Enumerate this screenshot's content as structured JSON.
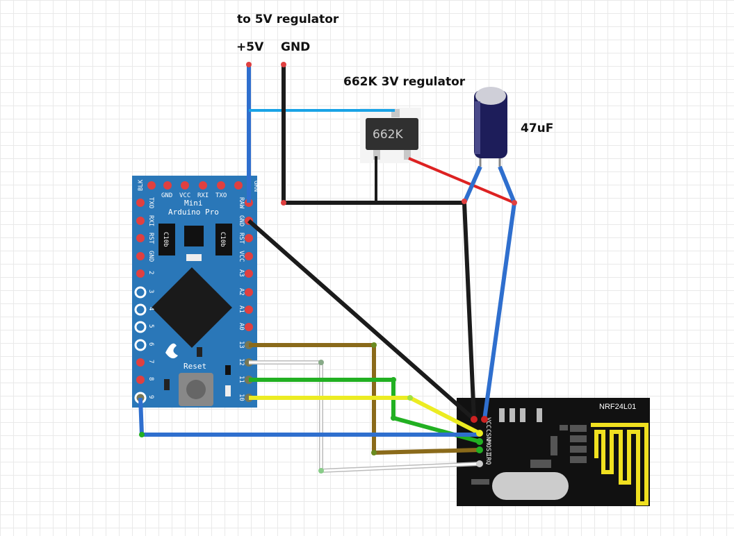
{
  "labels": {
    "to_regulator": "to 5V regulator",
    "plus5v": "+5V",
    "gnd": "GND",
    "regulator_title": "662K 3V regulator",
    "capacitor_value": "47uF"
  },
  "regulator": {
    "marking": "662K"
  },
  "arduino": {
    "name_line1": "Mini",
    "name_line2": "Arduino Pro",
    "reset_label": "Reset",
    "chip_label": "C10b",
    "top_pins": [
      "BLK",
      "GND",
      "VCC",
      "RXI",
      "TXO",
      "GRN"
    ],
    "left_pins": [
      "TXO",
      "RXI",
      "RST",
      "GND",
      "2",
      "3",
      "4",
      "5",
      "6",
      "7",
      "8",
      "9"
    ],
    "right_pins": [
      "RAW",
      "GND",
      "RST",
      "VCC",
      "A3",
      "A2",
      "A1",
      "A0",
      "13",
      "12",
      "11",
      "10"
    ]
  },
  "nrf": {
    "title": "NRF24L01",
    "pins": [
      "VCC",
      "CSN",
      "MOSI",
      "IRQ"
    ]
  },
  "colors": {
    "board_blue": "#2a77b8",
    "wire_blue": "#2f6fce",
    "wire_light_blue": "#1aa3e6",
    "wire_black": "#1b1b1b",
    "wire_red": "#dd2222",
    "wire_brown": "#8a6a1a",
    "wire_white": "#e8e8e8",
    "wire_green": "#22b022",
    "wire_yellow": "#ecec22",
    "antenna_yellow": "#f0e020"
  }
}
